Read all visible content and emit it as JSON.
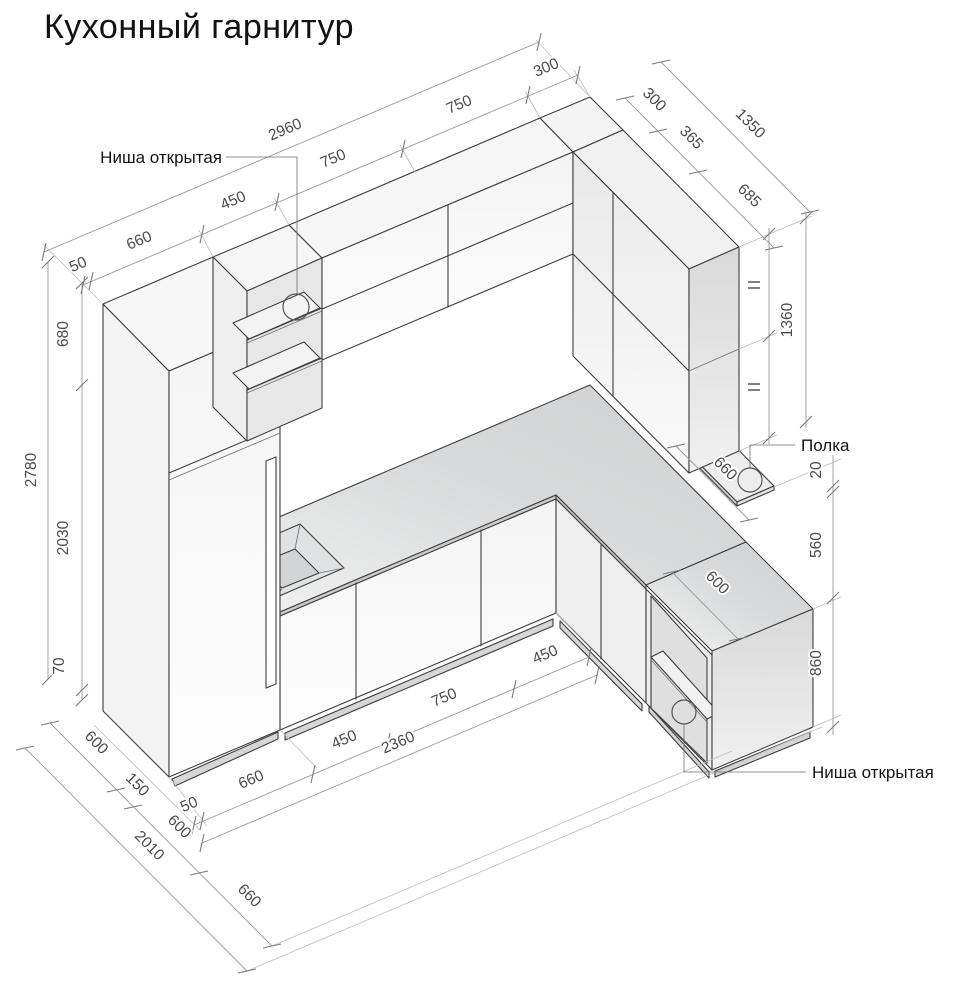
{
  "title": "Кухонный гарнитур",
  "callouts": {
    "open_niche_top": "Ниша открытая",
    "shelf": "Полка",
    "open_niche_bottom": "Ниша открытая"
  },
  "dimensions": {
    "top_total": "2960",
    "top_segments": [
      "50",
      "660",
      "450",
      "750",
      "750",
      "300"
    ],
    "right_total": "1350",
    "right_segments": [
      "300",
      "365",
      "685"
    ],
    "left_total": "2780",
    "left_heights": [
      "680",
      "2030",
      "70"
    ],
    "right_cab_height": "1360",
    "equal_mark": "=",
    "right_chain": [
      "20",
      "560",
      "860"
    ],
    "shelf_length": "660",
    "island_depth": "600",
    "base_total": "2360",
    "base_segments": [
      "50",
      "660",
      "450",
      "750",
      "450"
    ],
    "depth_total": "2010",
    "depth_segments": [
      "600",
      "150",
      "600",
      "660"
    ]
  }
}
